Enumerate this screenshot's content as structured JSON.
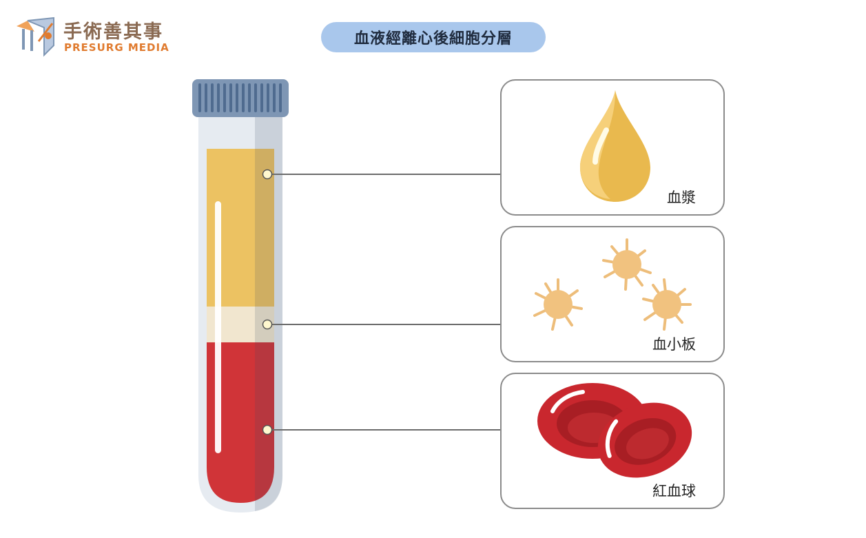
{
  "logo": {
    "name_cn": "手術善其事",
    "name_en": "PRESURG MEDIA"
  },
  "title": "血液經離心後細胞分層",
  "layers": [
    {
      "id": "plasma",
      "label": "血漿",
      "color": "#ecc262"
    },
    {
      "id": "platelets",
      "label": "血小板",
      "color": "#f1e6cf"
    },
    {
      "id": "rbc",
      "label": "紅血球",
      "color": "#d03438"
    }
  ],
  "colors": {
    "cap": "#7e96b4",
    "tube": "#e6ebf1",
    "connector": "#6b6b6b",
    "marker": "#fff8cf"
  }
}
